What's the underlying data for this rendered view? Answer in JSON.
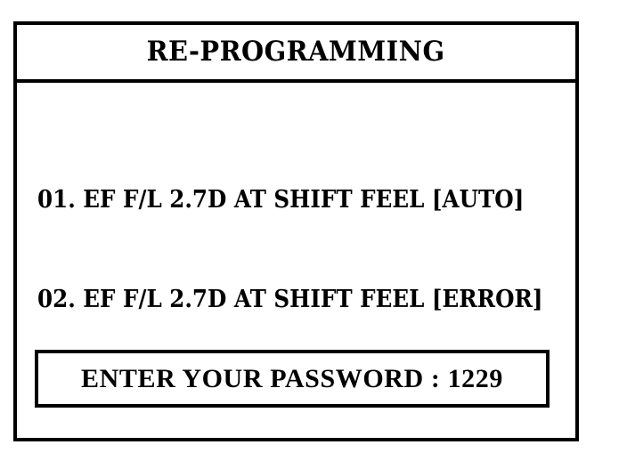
{
  "dialog": {
    "title": "RE-PROGRAMMING",
    "accent_color": "#000000",
    "background_color": "#ffffff",
    "program_list": [
      {
        "index": "01.",
        "label": "01. EF F/L 2.7D AT SHIFT FEEL [AUTO]",
        "mode": "[AUTO]"
      },
      {
        "index": "02.",
        "label": "02. EF F/L 2.7D AT SHIFT FEEL [ERROR]",
        "mode": "[ERROR]"
      }
    ],
    "password_prompt": {
      "label": "ENTER YOUR PASSWORD : 1229",
      "caption": "ENTER YOUR PASSWORD :",
      "value": "1229"
    }
  }
}
